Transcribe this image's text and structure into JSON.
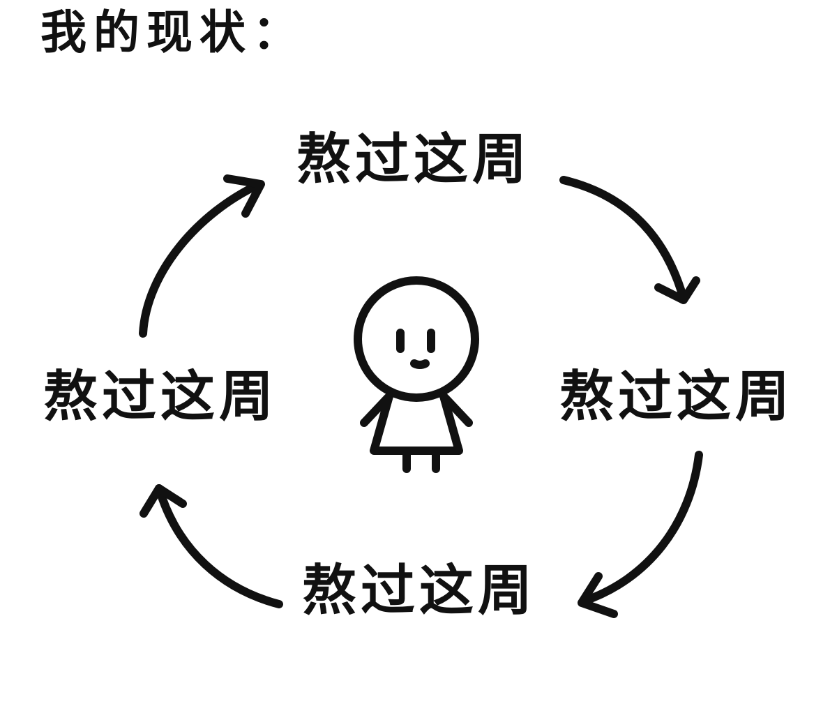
{
  "title": "我的现状：",
  "cycle": {
    "labels": [
      "熬过这周",
      "熬过这周",
      "熬过这周",
      "熬过这周"
    ]
  },
  "colors": {
    "ink": "#111111",
    "background": "#ffffff"
  },
  "icons": {
    "center_figure": "stick-figure-icon",
    "arrows": [
      "curved-arrow-icon",
      "curved-arrow-icon",
      "curved-arrow-icon",
      "curved-arrow-icon"
    ]
  }
}
